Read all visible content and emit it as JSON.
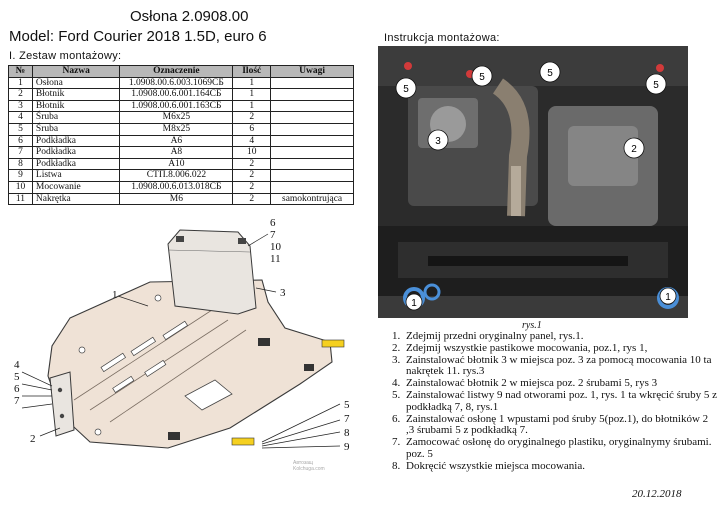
{
  "header": {
    "title": "Osłona 2.0908.00",
    "subtitle": "Model: Ford Courier 2018 1.5D, euro 6"
  },
  "parts_section_title": "I. Zestaw montażowy:",
  "parts_table": {
    "columns": [
      "№",
      "Nazwa",
      "Oznaczenie",
      "Ilość",
      "Uwagi"
    ],
    "rows": [
      {
        "num": "1",
        "name": "Osłona",
        "code": "1.0908.00.6.003.1069СБ",
        "qty": "1",
        "note": ""
      },
      {
        "num": "2",
        "name": "Błotnik",
        "code": "1.0908.00.6.001.164СБ",
        "qty": "1",
        "note": ""
      },
      {
        "num": "3",
        "name": "Błotnik",
        "code": "1.0908.00.6.001.163СБ",
        "qty": "1",
        "note": ""
      },
      {
        "num": "4",
        "name": "Śruba",
        "code": "M6x25",
        "qty": "2",
        "note": ""
      },
      {
        "num": "5",
        "name": "Śruba",
        "code": "M8x25",
        "qty": "6",
        "note": ""
      },
      {
        "num": "6",
        "name": "Podkładka",
        "code": "A6",
        "qty": "4",
        "note": ""
      },
      {
        "num": "7",
        "name": "Podkładka",
        "code": "A8",
        "qty": "10",
        "note": ""
      },
      {
        "num": "8",
        "name": "Podkładka",
        "code": "A10",
        "qty": "2",
        "note": ""
      },
      {
        "num": "9",
        "name": "Listwa",
        "code": "СТП.8.006.022",
        "qty": "2",
        "note": ""
      },
      {
        "num": "10",
        "name": "Mocowanie",
        "code": "1.0908.00.6.013.018СБ",
        "qty": "2",
        "note": ""
      },
      {
        "num": "11",
        "name": "Nakrętka",
        "code": "M6",
        "qty": "2",
        "note": "samokontrująca"
      }
    ]
  },
  "drawing": {
    "callouts_top_right": [
      "6",
      "7",
      "10",
      "11"
    ],
    "callout_3": "3",
    "callout_1": "1",
    "callouts_left": [
      "4",
      "5",
      "6",
      "7"
    ],
    "callout_2": "2",
    "callouts_bottom_right": [
      "5",
      "7",
      "8",
      "9"
    ],
    "watermark": [
      "Автозащ",
      "Kolchuga.com"
    ]
  },
  "instructions_title": "Instrukcja montażowa:",
  "photo": {
    "markers": [
      "5",
      "5",
      "5",
      "5",
      "3",
      "2",
      "1",
      "1"
    ]
  },
  "figure_caption": "rys.1",
  "steps": [
    {
      "n": "1.",
      "text": "Zdejmij przedni oryginalny panel, rys.1."
    },
    {
      "n": "2.",
      "text": "Zdejmij wszystkie pastikowe mocowania, poz.1, rys 1,"
    },
    {
      "n": "3.",
      "text": "Zainstalować  błotnik 3 w miejsca poz. 3 za pomocą mocowania 10 ta nakrętek 11. rys.3"
    },
    {
      "n": "4.",
      "text": "Zainstalować  błotnik 2 w miejsca poz. 2 śrubami 5, rys 3"
    },
    {
      "n": "5.",
      "text": "Zainstalować listwy 9 nad otworami poz. 1, rys. 1 ta wkręcić śruby 5 z podkładką 7, 8, rys.1"
    },
    {
      "n": "6.",
      "text": "Zainstalować osłonę 1 wpustami pod śruby 5(poz.1), do błotników 2 ,3 śrubami  5 z podkładką 7."
    },
    {
      "n": "7.",
      "text": "Zamocować osłonę do oryginalnego plastiku, oryginalnymy śrubami. poz. 5"
    },
    {
      "n": "8.",
      "text": "Dokręcić wszystkie miejsca mocowania."
    }
  ],
  "date": "20.12.2018",
  "colors": {
    "plate_fill": "#efe2d6",
    "plate_stroke": "#3a3a3a",
    "marker_fill": "#ffffff",
    "highlight": "#f5d020",
    "bolt_red": "#d23a3a",
    "ring_blue": "#4a8fd8"
  }
}
